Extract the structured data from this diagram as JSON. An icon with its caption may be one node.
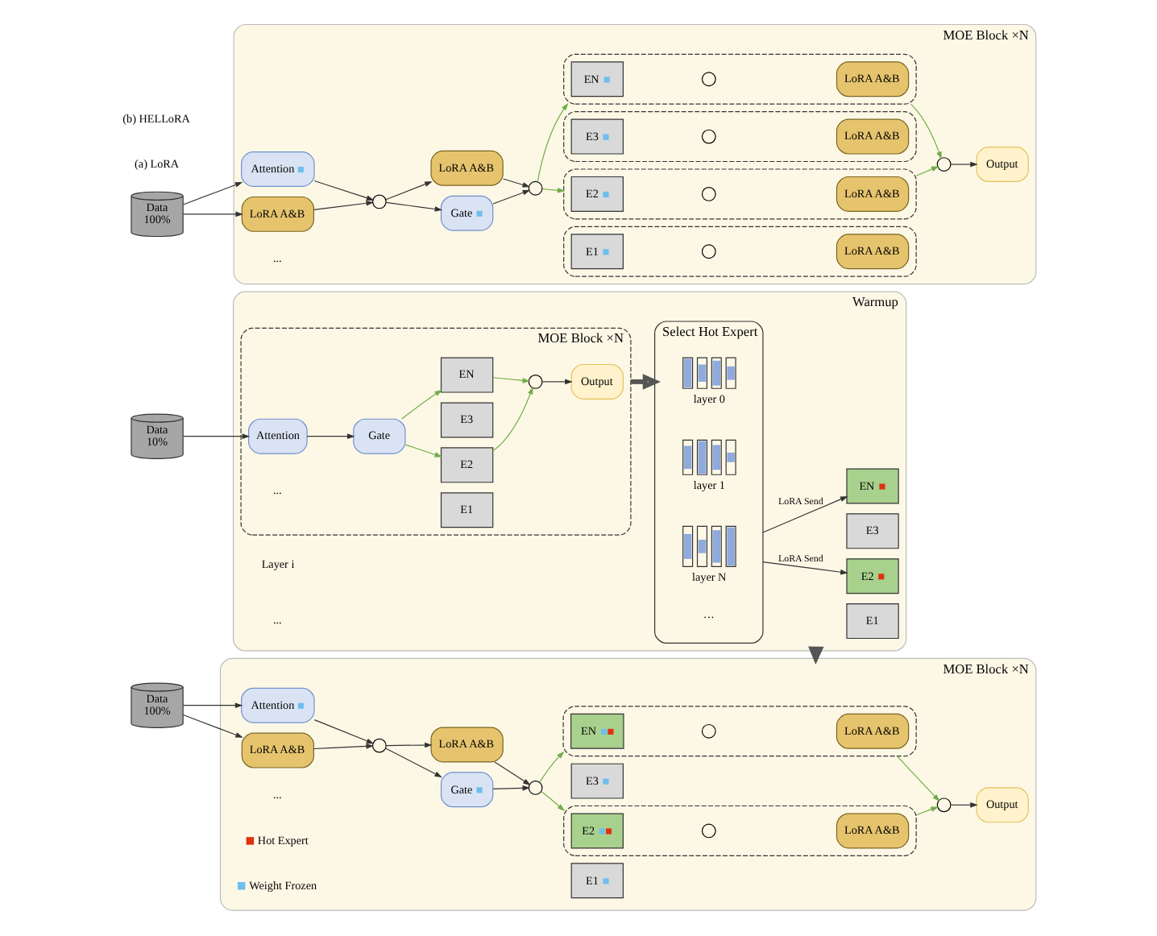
{
  "diagram": {
    "nodes": [
      {
        "text": [
          "MOE Block ×N"
        ]
      },
      {
        "text": [
          "Data",
          "100%"
        ]
      },
      {
        "text": [
          "Attention"
        ],
        "in": 0
      },
      {
        "text": [
          "LoRA A&B"
        ],
        "in": 0
      },
      {
        "text": [],
        "shape": "circle",
        "in": 0
      },
      {
        "text": [
          "Gate"
        ],
        "in": 0
      },
      {
        "text": [
          "LoRA A&B"
        ],
        "in": 0
      },
      {
        "text": [],
        "shape": "circle",
        "in": 0
      },
      {
        "text": [],
        "shape": "box",
        "in": 0
      },
      {
        "text": [
          "E1"
        ],
        "in": 8
      },
      {
        "text": [],
        "shape": "circle",
        "in": 8
      },
      {
        "text": [
          "LoRA A&B"
        ],
        "in": 8
      },
      {
        "text": [],
        "shape": "box",
        "in": 0
      },
      {
        "text": [
          "E2"
        ],
        "in": 12
      },
      {
        "text": [],
        "shape": "circle",
        "in": 12
      },
      {
        "text": [
          "LoRA A&B"
        ],
        "in": 12
      },
      {
        "text": [],
        "shape": "box",
        "in": 0
      },
      {
        "text": [
          "E3"
        ],
        "in": 16
      },
      {
        "text": [],
        "shape": "circle",
        "in": 16
      },
      {
        "text": [
          "LoRA A&B"
        ],
        "in": 16
      },
      {
        "text": [],
        "shape": "box",
        "in": 0
      },
      {
        "text": [
          "EN"
        ],
        "in": 20
      },
      {
        "text": [],
        "shape": "circle",
        "in": 20
      },
      {
        "text": [
          "LoRA A&B"
        ],
        "in": 20
      },
      {
        "text": [],
        "shape": "circle",
        "in": 0
      },
      {
        "text": [
          "Output"
        ],
        "in": 0
      },
      {
        "text": [
          "Warmup"
        ]
      },
      {
        "text": [
          "MOE Block ×N"
        ],
        "in": 26
      },
      {
        "text": [
          "Data",
          "10%"
        ]
      },
      {
        "text": [
          "Attention"
        ],
        "in": 27
      },
      {
        "text": [
          "Gate"
        ],
        "in": 27
      },
      {
        "text": [
          "E1"
        ],
        "in": 27
      },
      {
        "text": [
          "E2"
        ],
        "in": 27
      },
      {
        "text": [
          "E3"
        ],
        "in": 27
      },
      {
        "text": [
          "EN"
        ],
        "in": 27
      },
      {
        "text": [],
        "shape": "circle",
        "in": 27
      },
      {
        "text": [
          "Output"
        ],
        "in": 27
      },
      {
        "text": [
          "Select Hot Expert"
        ],
        "in": 26
      },
      {
        "text": [
          "layer 0"
        ],
        "in": 37
      },
      {
        "text": [
          "layer 1"
        ],
        "in": 37
      },
      {
        "text": [
          "layer N"
        ],
        "in": 37
      },
      {
        "text": [
          "E1"
        ],
        "in": 26
      },
      {
        "text": [
          "E2"
        ],
        "in": 26
      },
      {
        "text": [
          "E3"
        ],
        "in": 26
      },
      {
        "text": [
          "EN"
        ],
        "in": 26
      },
      {
        "text": [
          "MOE Block ×N"
        ]
      },
      {
        "text": [
          "Data",
          "100%"
        ]
      },
      {
        "text": [
          "Attention"
        ],
        "in": 45
      },
      {
        "text": [
          "LoRA A&B"
        ],
        "in": 45
      },
      {
        "text": [],
        "shape": "circle",
        "in": 45
      },
      {
        "text": [
          "Gate"
        ],
        "in": 45
      },
      {
        "text": [
          "LoRA A&B"
        ],
        "in": 45
      },
      {
        "text": [],
        "shape": "circle",
        "in": 45
      },
      {
        "text": [
          "E1"
        ],
        "in": 45
      },
      {
        "text": [],
        "shape": "box",
        "in": 45
      },
      {
        "text": [
          "E2"
        ],
        "in": 54
      },
      {
        "text": [],
        "shape": "circle",
        "in": 54
      },
      {
        "text": [
          "LoRA A&B"
        ],
        "in": 54
      },
      {
        "text": [
          "E3"
        ],
        "in": 45
      },
      {
        "text": [],
        "shape": "box",
        "in": 45
      },
      {
        "text": [
          "EN"
        ],
        "in": 59
      },
      {
        "text": [],
        "shape": "circle",
        "in": 59
      },
      {
        "text": [
          "LoRA A&B"
        ],
        "in": 59
      },
      {
        "text": [],
        "shape": "circle",
        "in": 45
      },
      {
        "text": [
          "Output"
        ],
        "in": 45
      }
    ],
    "edges": [
      {
        "from": 1,
        "to": 2,
        "arrow": "to"
      },
      {
        "from": 1,
        "to": 3,
        "arrow": "to"
      },
      {
        "from": 2,
        "to": 4,
        "arrow": "to"
      },
      {
        "from": 3,
        "to": 4,
        "arrow": "to"
      },
      {
        "from": 4,
        "to": 5,
        "arrow": "to"
      },
      {
        "from": 4,
        "to": 6,
        "arrow": "to"
      },
      {
        "from": 5,
        "to": 7,
        "arrow": "to"
      },
      {
        "from": 6,
        "to": 7,
        "arrow": "to"
      },
      {
        "from": 7,
        "to": 12,
        "arrow": "to",
        "color": "#70ad47"
      },
      {
        "from": 7,
        "to": 20,
        "arrow": "to",
        "color": "#70ad47"
      },
      {
        "from": 12,
        "to": 24,
        "arrow": "to",
        "color": "#70ad47"
      },
      {
        "from": 20,
        "to": 24,
        "arrow": "to",
        "color": "#70ad47"
      },
      {
        "from": 24,
        "to": 25,
        "arrow": "to"
      },
      {
        "from": 28,
        "to": 29,
        "arrow": "to"
      },
      {
        "from": 29,
        "to": 30,
        "arrow": "to"
      },
      {
        "from": 30,
        "to": 32,
        "arrow": "to",
        "color": "#70ad47"
      },
      {
        "from": 30,
        "to": 34,
        "arrow": "to",
        "color": "#70ad47"
      },
      {
        "from": 32,
        "to": 35,
        "arrow": "to",
        "color": "#70ad47"
      },
      {
        "from": 34,
        "to": 35,
        "arrow": "to",
        "color": "#70ad47"
      },
      {
        "from": 35,
        "to": 36,
        "arrow": "to"
      },
      {
        "from": 27,
        "to": 37,
        "arrow": "to",
        "style": "thick"
      },
      {
        "from": 37,
        "to": 42,
        "arrow": "to",
        "label": "LoRA Send"
      },
      {
        "from": 37,
        "to": 44,
        "arrow": "to",
        "label": "LoRA Send"
      },
      {
        "from": 26,
        "to": 45,
        "arrow": "to",
        "style": "thick"
      },
      {
        "from": 46,
        "to": 47,
        "arrow": "to"
      },
      {
        "from": 46,
        "to": 48,
        "arrow": "to"
      },
      {
        "from": 47,
        "to": 49,
        "arrow": "to"
      },
      {
        "from": 48,
        "to": 49,
        "arrow": "to"
      },
      {
        "from": 49,
        "to": 50,
        "arrow": "to"
      },
      {
        "from": 49,
        "to": 51,
        "arrow": "to"
      },
      {
        "from": 50,
        "to": 52,
        "arrow": "to"
      },
      {
        "from": 51,
        "to": 52,
        "arrow": "to"
      },
      {
        "from": 52,
        "to": 54,
        "arrow": "to",
        "color": "#70ad47"
      },
      {
        "from": 52,
        "to": 59,
        "arrow": "to",
        "color": "#70ad47"
      },
      {
        "from": 54,
        "to": 63,
        "arrow": "to",
        "color": "#70ad47"
      },
      {
        "from": 59,
        "to": 63,
        "arrow": "to",
        "color": "#70ad47"
      },
      {
        "from": 63,
        "to": 64,
        "arrow": "to"
      }
    ],
    "labels": [
      "...",
      "(a) LoRA",
      "Layer i",
      "...",
      "···",
      "...",
      "...",
      "(b) HELLoRA"
    ],
    "legend": [
      {
        "text": "Hot Expert"
      },
      {
        "text": "Weight Frozen"
      }
    ]
  }
}
